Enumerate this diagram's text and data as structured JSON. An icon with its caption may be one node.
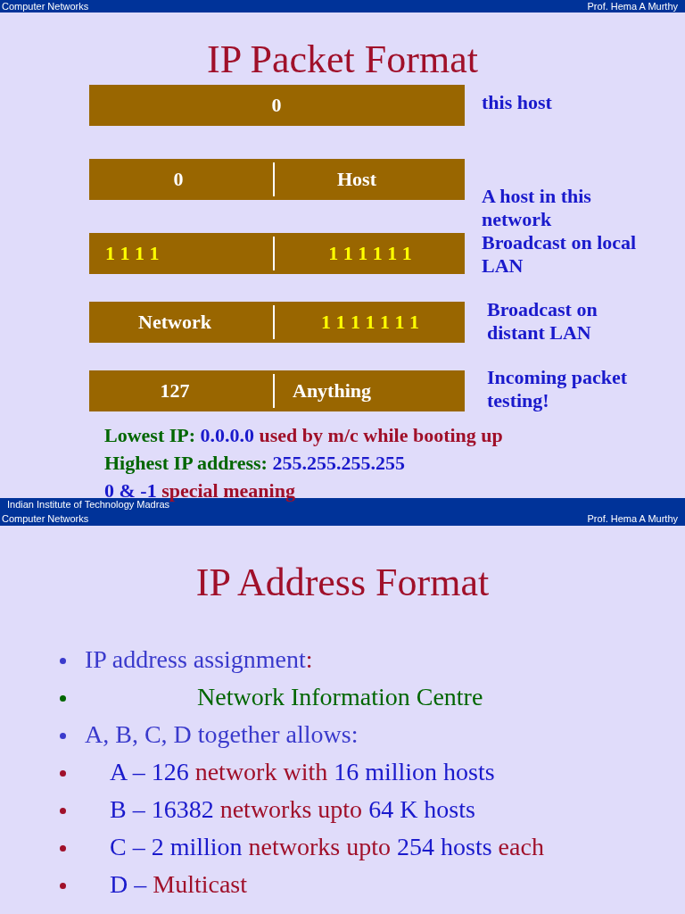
{
  "diagram": {
    "title": "IP Packet Format",
    "nodes": [
      {
        "text": [
          "0"
        ],
        "beside": [
          "this host"
        ]
      },
      {
        "text": [
          "0",
          "Host"
        ],
        "beside": [
          "A host in this network"
        ]
      },
      {
        "text": [
          "1 1 1 1",
          "1 1 1 1 1 1"
        ],
        "beside": [
          "Broadcast on local LAN"
        ]
      },
      {
        "text": [
          "Network",
          "1 1 1 1 1 1 1"
        ],
        "beside": [
          "Broadcast on distant LAN"
        ]
      },
      {
        "text": [
          "127",
          "Anything"
        ],
        "beside": [
          "Incoming packet testing!"
        ]
      }
    ],
    "labels": [
      "Computer Networks",
      "Prof. Hema A Murthy",
      "Lowest IP:",
      "0.0.0.0",
      "used by m/c",
      "while booting up",
      "Highest IP address:",
      "255.255.255.255",
      "0 & -1",
      "special meaning",
      "Indian Institute of Technology Madras",
      "Computer Networks",
      "Prof. Hema A Murthy",
      "IP Address Format",
      "IP address assignment",
      ":",
      "Network Information Centre",
      "A, B, C, D together allows:",
      "A – 126",
      "network with",
      "16 million hosts",
      "B – 16382",
      "networks upto",
      "64 K hosts",
      "C – 2 million",
      "networks upto",
      "254 hosts",
      "each",
      "D –",
      "Multicast"
    ]
  }
}
